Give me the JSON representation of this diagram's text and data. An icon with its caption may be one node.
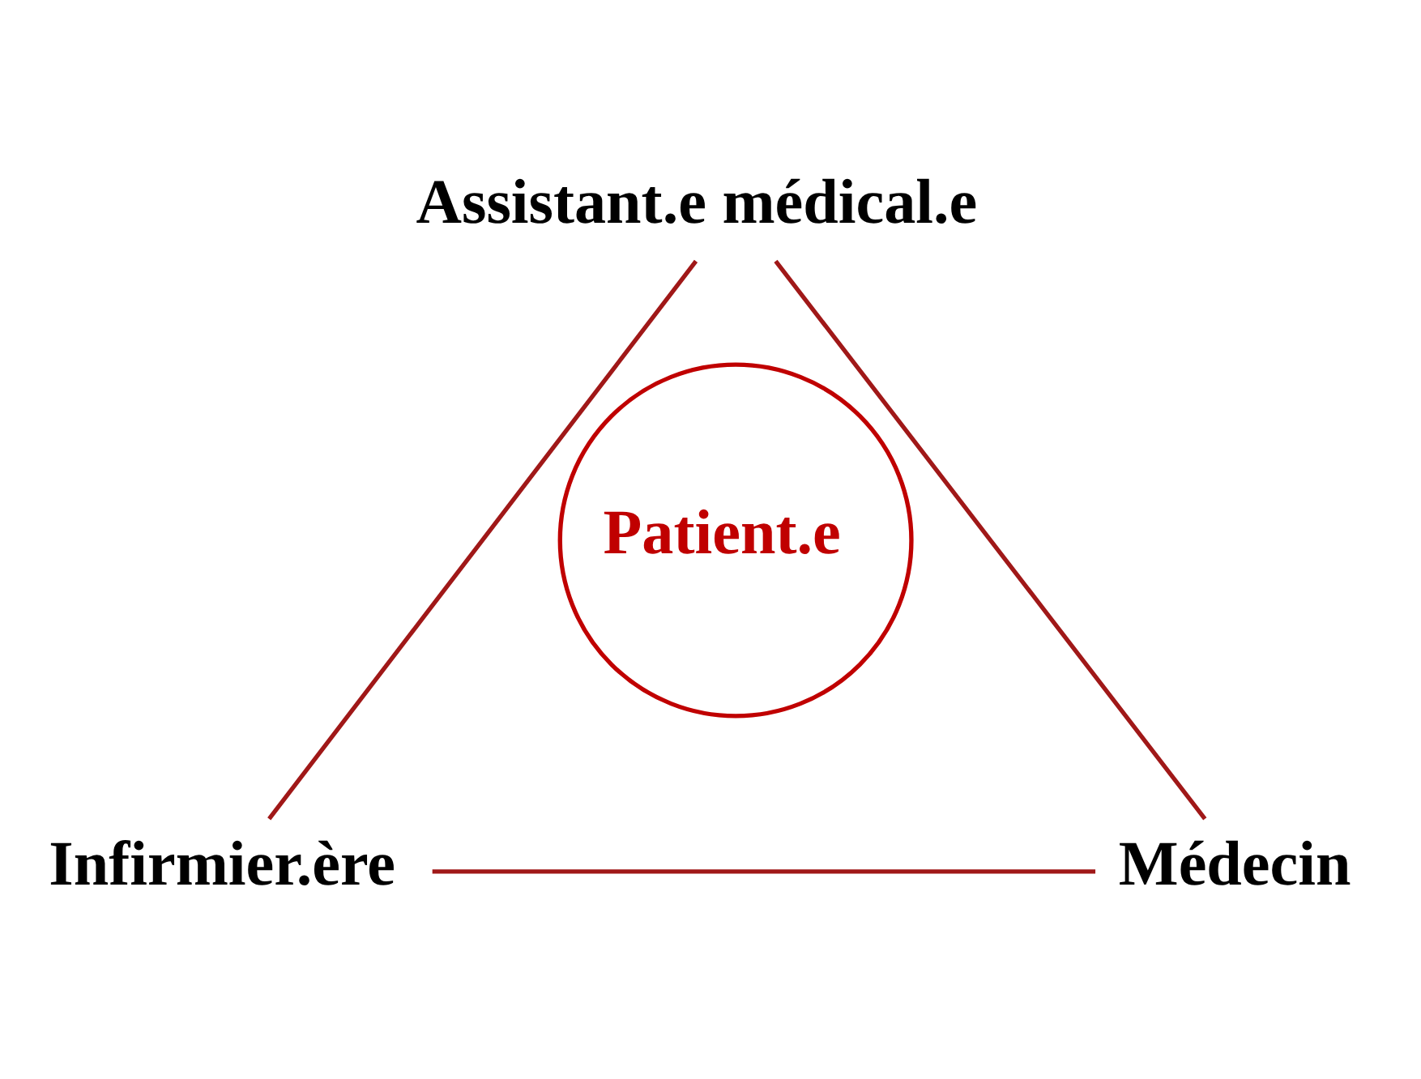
{
  "diagram": {
    "nodes": [
      {
        "text": [
          "Assistant.e médical.e"
        ]
      },
      {
        "text": [
          "Patient.e"
        ]
      },
      {
        "text": [
          "Infirmier.ère"
        ]
      },
      {
        "text": [
          "Médecin"
        ]
      }
    ],
    "edges": [
      {
        "from": 0,
        "to": 2,
        "arrow": "none"
      },
      {
        "from": 2,
        "to": 3,
        "arrow": "none"
      },
      {
        "from": 3,
        "to": 0,
        "arrow": "none"
      }
    ]
  }
}
